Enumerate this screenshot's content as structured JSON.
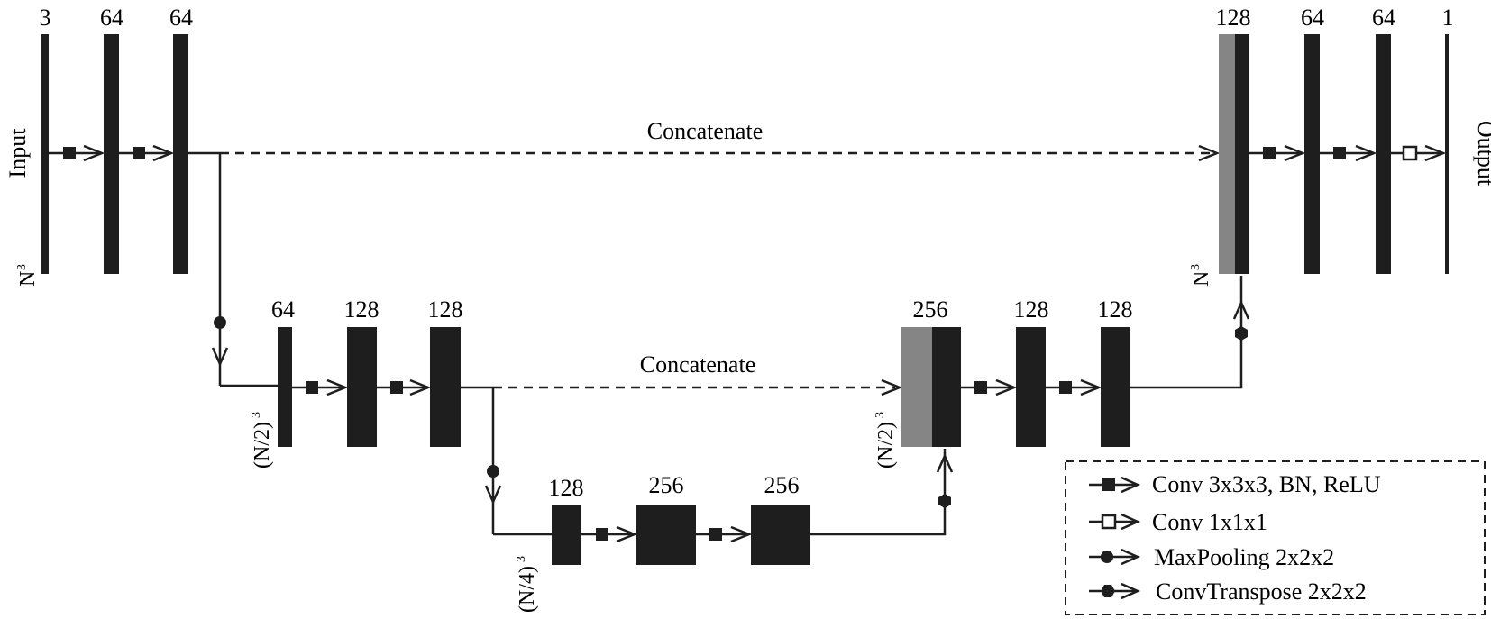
{
  "labels": {
    "input": "Input",
    "output": "Output",
    "concat_top": "Concatenate",
    "concat_mid": "Concatenate",
    "dim_l1_left": "N",
    "dim_l1_left_sup": "3",
    "dim_l1_right": "N",
    "dim_l1_right_sup": "3",
    "dim_l2_left": "(N/2)",
    "dim_l2_left_sup": "3",
    "dim_l2_right": "(N/2)",
    "dim_l2_right_sup": "3",
    "dim_l3": "(N/4)",
    "dim_l3_sup": "3"
  },
  "channels": {
    "enc1": [
      "3",
      "64",
      "64"
    ],
    "enc2": [
      "64",
      "128",
      "128"
    ],
    "bottleneck": [
      "128",
      "256",
      "256"
    ],
    "dec2": [
      "256",
      "128",
      "128"
    ],
    "dec1": [
      "128",
      "64",
      "64",
      "1"
    ]
  },
  "legend": {
    "conv3": "Conv 3x3x3, BN, ReLU",
    "conv1": "Conv 1x1x1",
    "maxpool": "MaxPooling 2x2x2",
    "convt": "ConvTranspose 2x2x2"
  }
}
